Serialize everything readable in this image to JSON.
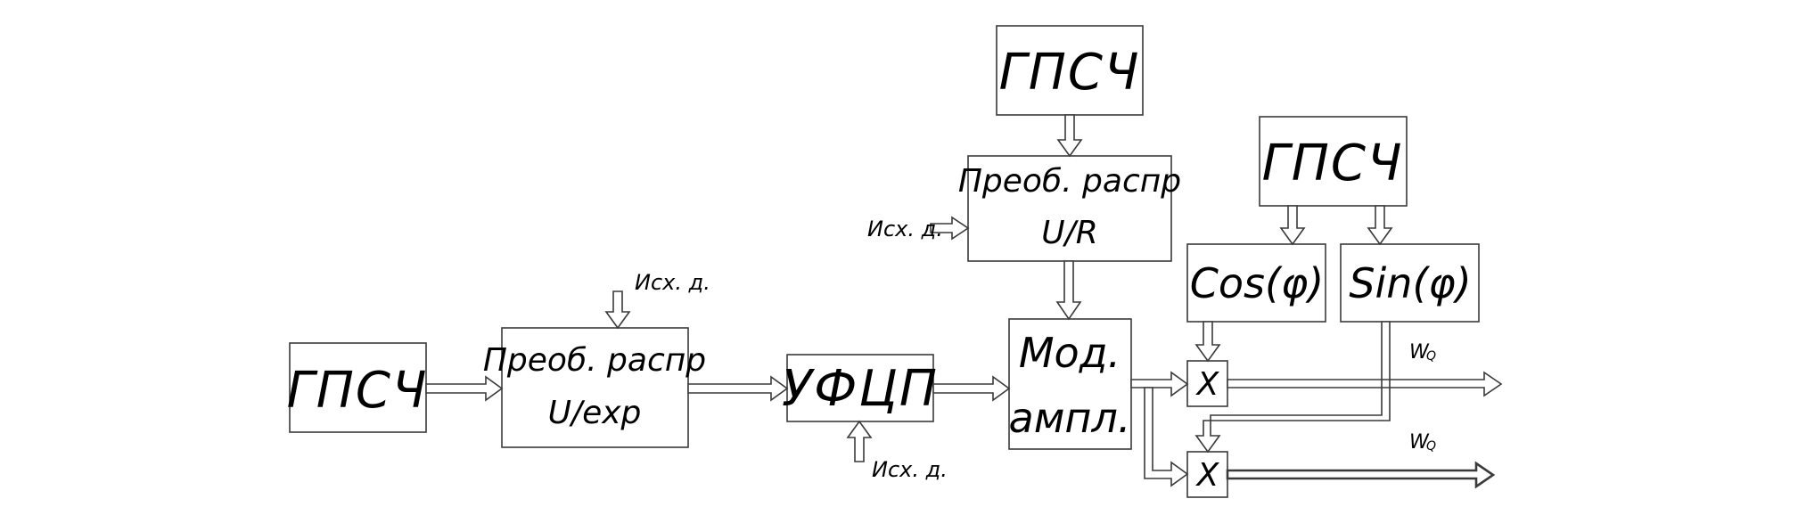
{
  "diagram": {
    "title": "",
    "blocks": {
      "rng_main": {
        "label": "ГПСЧ"
      },
      "conv_exp": {
        "line1": "Преоб. распр",
        "line2": "U/exp"
      },
      "ufcp": {
        "label": "УФЦП"
      },
      "rng_amp": {
        "label": "ГПСЧ"
      },
      "conv_r": {
        "line1": "Преоб. распр",
        "line2": "U/R"
      },
      "mod": {
        "line1": "Мод.",
        "line2": "ампл."
      },
      "rng_phase": {
        "label": "ГПСЧ"
      },
      "cos": {
        "label": "Cos(φ)"
      },
      "sin": {
        "label": "Sin(φ)"
      },
      "mult1": {
        "label": "X"
      },
      "mult2": {
        "label": "X"
      }
    },
    "inputs": {
      "conv_exp_input": "Исх. д.",
      "conv_r_input": "Исх. д.",
      "ufcp_input": "Исх. д."
    },
    "outputs": {
      "out1": {
        "main": "W",
        "sub": "Q"
      },
      "out2": {
        "main": "W",
        "sub": "Q"
      }
    },
    "connections": [
      {
        "from": "rng_main",
        "to": "conv_exp"
      },
      {
        "from": "conv_exp",
        "to": "ufcp"
      },
      {
        "from": "ufcp",
        "to": "mod"
      },
      {
        "from": "rng_amp",
        "to": "conv_r"
      },
      {
        "from": "conv_r",
        "to": "mod"
      },
      {
        "from": "rng_phase",
        "to": "cos"
      },
      {
        "from": "rng_phase",
        "to": "sin"
      },
      {
        "from": "cos",
        "to": "mult1"
      },
      {
        "from": "sin",
        "to": "mult2"
      },
      {
        "from": "mod",
        "to": "mult1"
      },
      {
        "from": "mod",
        "to": "mult2"
      },
      {
        "from": "mult1",
        "to": "out1"
      },
      {
        "from": "mult2",
        "to": "out2"
      }
    ]
  }
}
